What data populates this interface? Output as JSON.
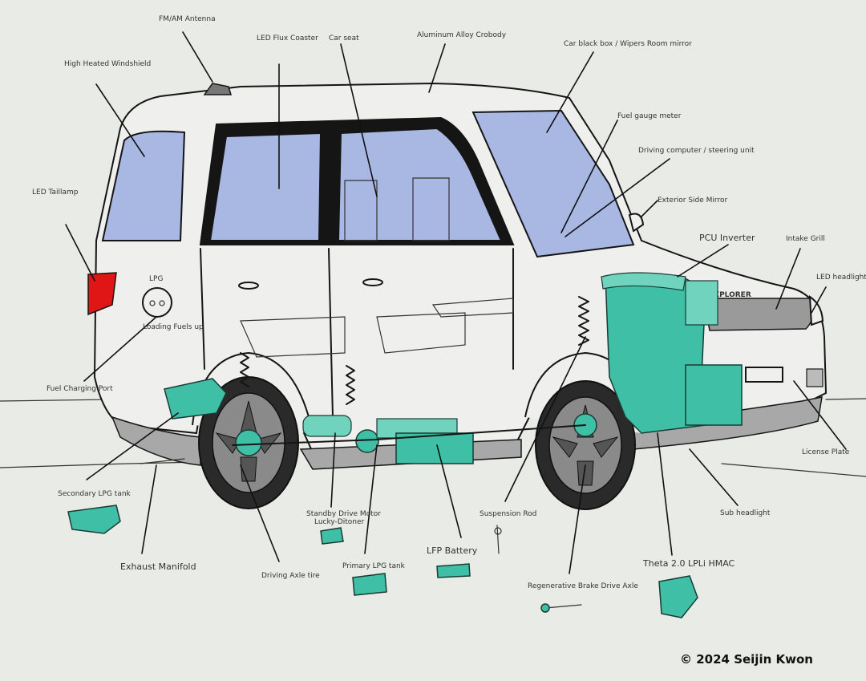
{
  "labels": {
    "fm_am_antenna": "FM/AM Antenna",
    "led_flux_coaster": "LED Flux Coaster",
    "car_seat": "Car seat",
    "aluminum_body": "Aluminum Alloy Crobody",
    "car_black_box": "Car black box / Wipers Room mirror",
    "high_heated_windshield": "High Heated Windshield",
    "fuel_gauge_meter": "Fuel gauge meter",
    "driving_computer": "Driving computer / steering unit",
    "exterior_side_mirror": "Exterior Side Mirror",
    "led_taillamp": "LED Taillamp",
    "pcu_inverter": "PCU Inverter",
    "intake_grill": "Intake Grill",
    "led_headlight": "LED headlight",
    "lpg": "LPG",
    "lpg_sub": "Loading Fuels up",
    "fuel_charging_port": "Fuel Charging Port",
    "license_plate": "License Plate",
    "secondary_lpg_tank": "Secondary LPG tank",
    "suspension_rod": "Suspension Rod",
    "sub_headlight": "Sub headlight",
    "standby_drive_motor_line1": "Standby Drive Motor",
    "standby_drive_motor_line2": "Lucky-Ditoner",
    "lfp_battery": "LFP Battery",
    "exhaust_manifold": "Exhaust Manifold",
    "primary_lpg_tank": "Primary LPG tank",
    "theta_engine": "Theta 2.0 LPLi HMAC",
    "driving_axle": "Driving Axle tire",
    "regenerative_brake": "Regenerative Brake Drive Axle",
    "grill_text": "EXPLORER"
  },
  "signature": "© 2024 Seijin Kwon",
  "colors": {
    "background": "#e9ebe6",
    "glass": "#a9b8e3",
    "components": "#3fc0a6",
    "taillamp": "#e01515",
    "tire": "#2a2a2a",
    "shading": "#a8a8a8"
  }
}
